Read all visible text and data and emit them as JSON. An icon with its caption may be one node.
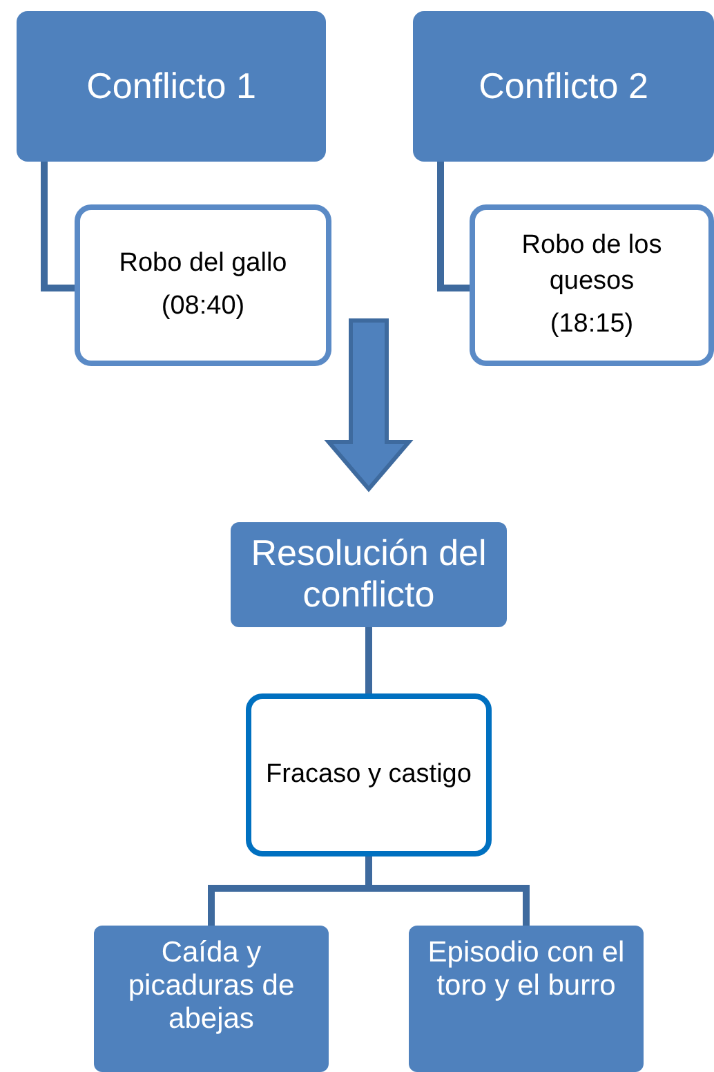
{
  "diagram": {
    "nodes": [
      {
        "text": [
          "Conflicto 1"
        ]
      },
      {
        "text": [
          "Robo del gallo",
          "(08:40)"
        ]
      },
      {
        "text": [
          "Conflicto 2"
        ]
      },
      {
        "text": [
          "Robo de los quesos",
          "(18:15)"
        ]
      },
      {
        "text": [
          "Resolución del conflicto"
        ]
      },
      {
        "text": [
          "Fracaso y castigo"
        ]
      },
      {
        "text": [
          "Caída y picaduras de abejas"
        ]
      },
      {
        "text": [
          "Episodio con el toro y el burro"
        ]
      }
    ],
    "edges": [
      {
        "from": 0,
        "to": 1,
        "arrow": "none"
      },
      {
        "from": 2,
        "to": 3,
        "arrow": "none"
      },
      {
        "from": null,
        "to": 4,
        "arrow": "to",
        "style": "thick"
      },
      {
        "from": 4,
        "to": 5,
        "arrow": "none"
      },
      {
        "from": 5,
        "to": 6,
        "arrow": "none"
      },
      {
        "from": 5,
        "to": 7,
        "arrow": "none"
      }
    ]
  }
}
